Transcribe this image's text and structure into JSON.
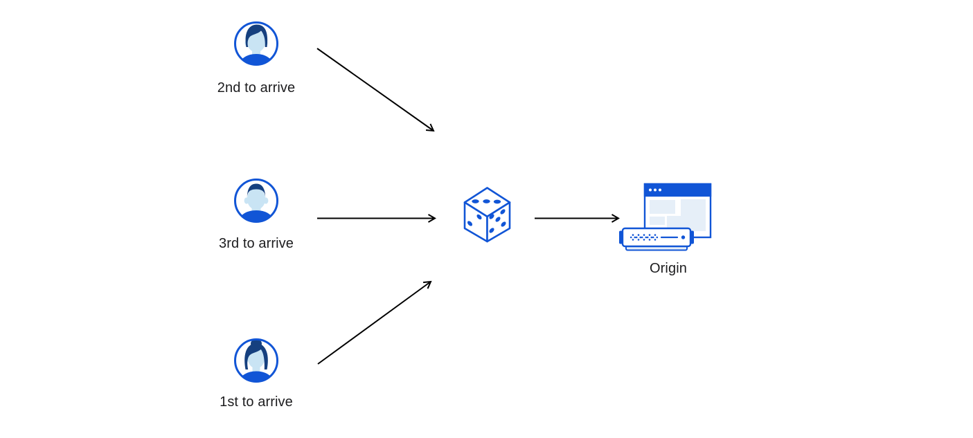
{
  "diagram": {
    "description": "Three clients arriving in shuffled order are routed through a random dice selector to an origin server",
    "colors": {
      "primary_blue": "#1155d6",
      "hair_navy": "#16407f",
      "skin_light_blue": "#c9e4f4",
      "panel_light_blue": "#e6eff8",
      "arrow_black": "#000000",
      "text_ink": "#1c1c1e",
      "background_white": "#ffffff"
    },
    "nodes": [
      {
        "id": "client-second",
        "label": "2nd to arrive",
        "icon": "avatar-man-swoosh-hair-icon"
      },
      {
        "id": "client-third",
        "label": "3rd to arrive",
        "icon": "avatar-man-short-hair-icon"
      },
      {
        "id": "client-first",
        "label": "1st to arrive",
        "icon": "avatar-woman-bun-icon"
      },
      {
        "id": "random-selector",
        "label": "",
        "icon": "dice-icon"
      },
      {
        "id": "origin-server",
        "label": "Origin",
        "icon": "origin-server-icon"
      }
    ],
    "edges": [
      {
        "from": "client-second",
        "to": "random-selector"
      },
      {
        "from": "client-third",
        "to": "random-selector"
      },
      {
        "from": "client-first",
        "to": "random-selector"
      },
      {
        "from": "random-selector",
        "to": "origin-server"
      }
    ]
  }
}
